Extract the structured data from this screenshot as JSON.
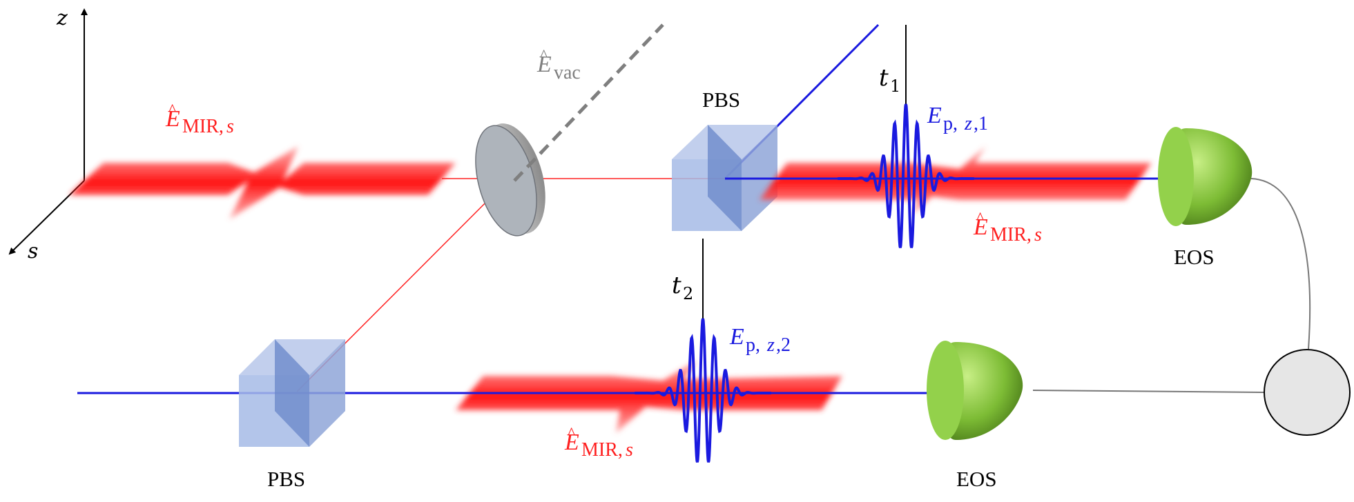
{
  "axes": {
    "z_label": "z",
    "s_label": "s"
  },
  "labels": {
    "vac": {
      "base": "E",
      "hat": "^",
      "sub": "vac"
    },
    "mir_input": {
      "base": "E",
      "hat": "^",
      "sub": "MIR,",
      "sub_italic": "s"
    },
    "mir_upper": {
      "base": "E",
      "hat": "^",
      "sub": "MIR,",
      "sub_italic": "s"
    },
    "mir_lower": {
      "base": "E",
      "hat": "^",
      "sub": "MIR,",
      "sub_italic": "s"
    },
    "probe_upper": {
      "base": "E",
      "sub": "p,",
      "sub_italic": "z",
      "sub_tail": ",1"
    },
    "probe_lower": {
      "base": "E",
      "sub": "p,",
      "sub_italic": "z",
      "sub_tail": ",2"
    },
    "t1": {
      "base": "t",
      "sub": "1"
    },
    "t2": {
      "base": "t",
      "sub": "2"
    },
    "pbs_upper": "PBS",
    "pbs_lower": "PBS",
    "eos_upper": "EOS",
    "eos_lower": "EOS"
  },
  "colors": {
    "mir": "#ff2020",
    "probe": "#1a1adf",
    "beamsplitter": "#a8acb2",
    "pbs_cube": "#8fa8d8",
    "detector": "#7dc23a",
    "vacuum": "#7f7f7f",
    "correlator": "#e6e6e6"
  }
}
